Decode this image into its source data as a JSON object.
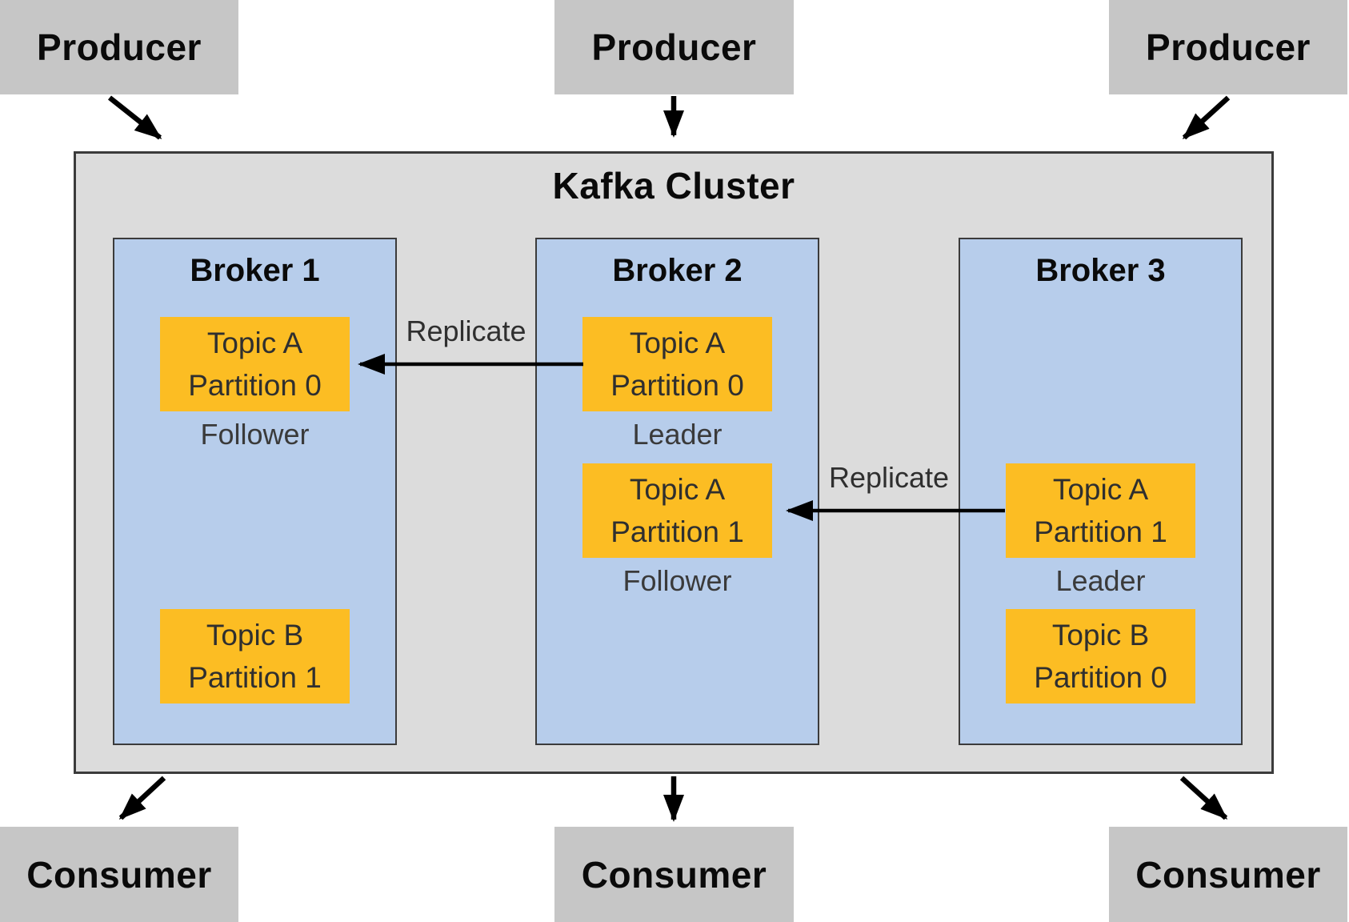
{
  "diagram": {
    "type": "architecture-diagram",
    "subject": "Apache Kafka cluster replication"
  },
  "colors": {
    "endpoint_gray": "#c6c6c6",
    "cluster_gray": "#dcdcdc",
    "broker_blue": "#b7cdeb",
    "partition_orange": "#fcbd23",
    "border_dark": "#3b3b3b",
    "arrow_black": "#000000"
  },
  "producers": [
    {
      "label": "Producer"
    },
    {
      "label": "Producer"
    },
    {
      "label": "Producer"
    }
  ],
  "consumers": [
    {
      "label": "Consumer"
    },
    {
      "label": "Consumer"
    },
    {
      "label": "Consumer"
    }
  ],
  "cluster": {
    "title": "Kafka Cluster",
    "brokers": [
      {
        "title": "Broker 1",
        "partitions": [
          {
            "line1": "Topic A",
            "line2": "Partition 0",
            "role": "Follower"
          },
          {
            "line1": "Topic B",
            "line2": "Partition 1",
            "role": ""
          }
        ]
      },
      {
        "title": "Broker 2",
        "partitions": [
          {
            "line1": "Topic A",
            "line2": "Partition 0",
            "role": "Leader"
          },
          {
            "line1": "Topic A",
            "line2": "Partition 1",
            "role": "Follower"
          }
        ]
      },
      {
        "title": "Broker 3",
        "partitions": [
          {
            "line1": "Topic A",
            "line2": "Partition 1",
            "role": "Leader"
          },
          {
            "line1": "Topic B",
            "line2": "Partition 0",
            "role": ""
          }
        ]
      }
    ]
  },
  "replicate": [
    {
      "label": "Replicate"
    },
    {
      "label": "Replicate"
    }
  ]
}
